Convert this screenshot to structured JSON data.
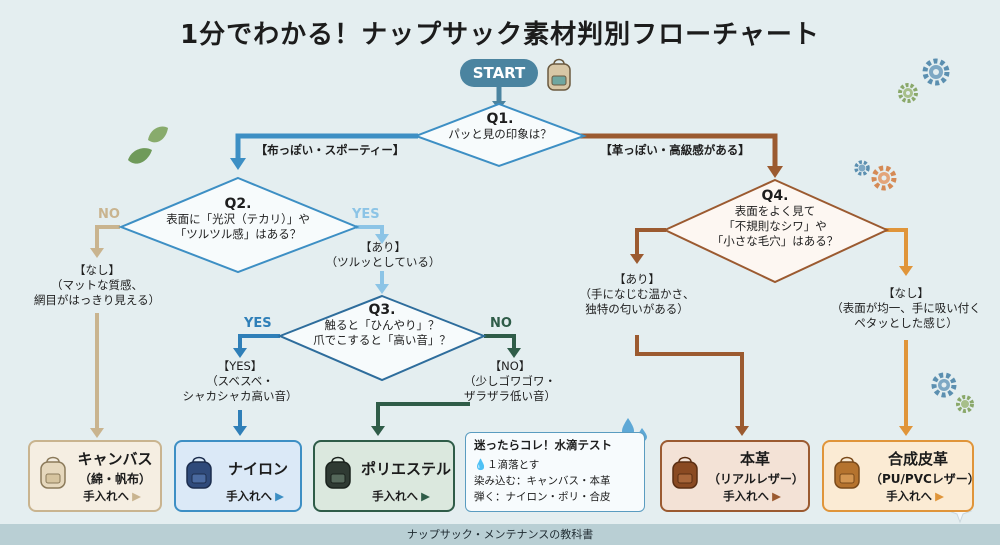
{
  "title": "1分でわかる！ナップサック素材判別フローチャート",
  "start_label": "START",
  "q1": {
    "num": "Q1.",
    "text": "パッと見の印象は？"
  },
  "branch_left": "【布っぽい・スポーティー】",
  "branch_right": "【革っぽい・高級感がある】",
  "q2": {
    "num": "Q2.",
    "line1": "表面に「光沢（テカリ）」や",
    "line2": "「ツルツル感」はある？",
    "no": "NO",
    "yes": "YES"
  },
  "q2_no": {
    "line1": "【なし】",
    "line2": "（マットな質感、",
    "line3": "網目がはっきり見える）"
  },
  "q2_yes": {
    "line1": "【あり】",
    "line2": "（ツルッとしている）"
  },
  "q3": {
    "num": "Q3.",
    "line1": "触ると「ひんやり」？",
    "line2": "爪でこすると「高い音」？",
    "yes": "YES",
    "no": "NO"
  },
  "q3_yes": {
    "line1": "【YES】",
    "line2": "（スベスベ・",
    "line3": "シャカシャカ高い音）"
  },
  "q3_no": {
    "line1": "【NO】",
    "line2": "（少しゴワゴワ・",
    "line3": "ザラザラ低い音）"
  },
  "q4": {
    "num": "Q4.",
    "line1": "表面をよく見て",
    "line2": "「不規則なシワ」や",
    "line3": "「小さな毛穴」はある？"
  },
  "q4_yes": {
    "line1": "【あり】",
    "line2": "（手になじむ温かさ、",
    "line3": "独特の匂いがある）"
  },
  "q4_no": {
    "line1": "【なし】",
    "line2": "（表面が均一、手に吸い付く",
    "line3": "ペタッとした感じ）"
  },
  "cards": {
    "canvas": {
      "name": "キャンバス",
      "sub": "（綿・帆布）",
      "care": "手入れへ"
    },
    "nylon": {
      "name": "ナイロン",
      "care": "手入れへ"
    },
    "polyester": {
      "name": "ポリエステル",
      "care": "手入れへ"
    },
    "leather": {
      "name": "本革",
      "sub": "（リアルレザー）",
      "care": "手入れへ"
    },
    "synthetic": {
      "name": "合成皮革",
      "sub": "（PU/PVCレザー）",
      "care": "手入れへ"
    }
  },
  "water_test": {
    "title": "迷ったらコレ！水滴テスト",
    "line1": "💧１滴落とす",
    "line2": "染み込む：キャンバス・本革",
    "line3": "弾く：ナイロン・ポリ・合皮"
  },
  "footer": "ナップサック・メンテナンスの教科書",
  "colors": {
    "background": "#e4eef0",
    "flow_blue": "#3d8fc4",
    "flow_tan": "#c9b48f",
    "flow_brown": "#9b5a30",
    "flow_orange": "#e0953a",
    "flow_green": "#2f5c48",
    "card_canvas": "#f5eee2",
    "card_nylon": "#dbe9f7",
    "card_polyester": "#dbe8de",
    "card_leather": "#f3e2d6",
    "card_synthetic": "#fbebd4"
  },
  "icons": [
    "backpack-icon",
    "gear-icon",
    "leaf-icon",
    "water-drop-icon",
    "care-arrow-icon"
  ]
}
